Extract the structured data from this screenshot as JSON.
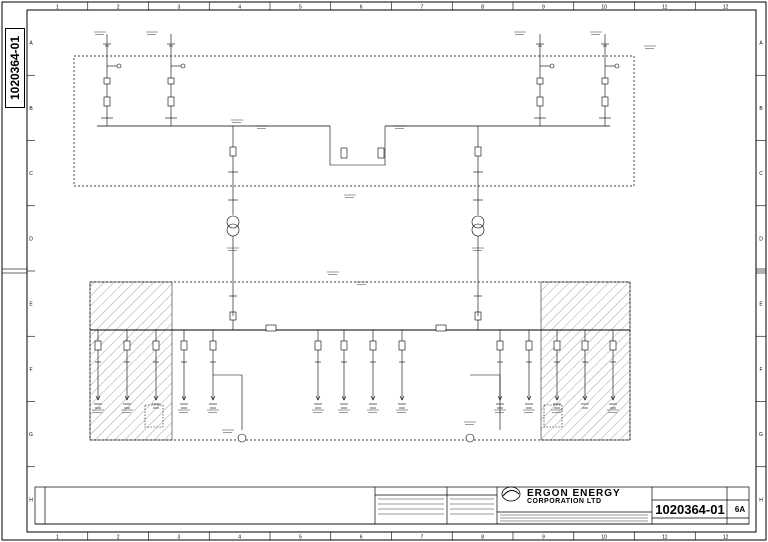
{
  "drawing": {
    "number": "1020364-01",
    "revision": "6A",
    "sheet_size": "A1",
    "company_line1": "ERGON ENERGY",
    "company_line2": "CORPORATION LTD"
  },
  "frame": {
    "columns": [
      "1",
      "2",
      "3",
      "4",
      "5",
      "6",
      "7",
      "8",
      "9",
      "10",
      "11",
      "12"
    ],
    "rows": [
      "A",
      "B",
      "C",
      "D",
      "E",
      "F",
      "G",
      "H"
    ]
  },
  "colors": {
    "line": "#000000",
    "hatch": "#808080",
    "background": "#ffffff"
  },
  "icons": [
    "logo-icon",
    "transformer-icon",
    "generator-icon",
    "breaker-icon",
    "earth-icon"
  ]
}
